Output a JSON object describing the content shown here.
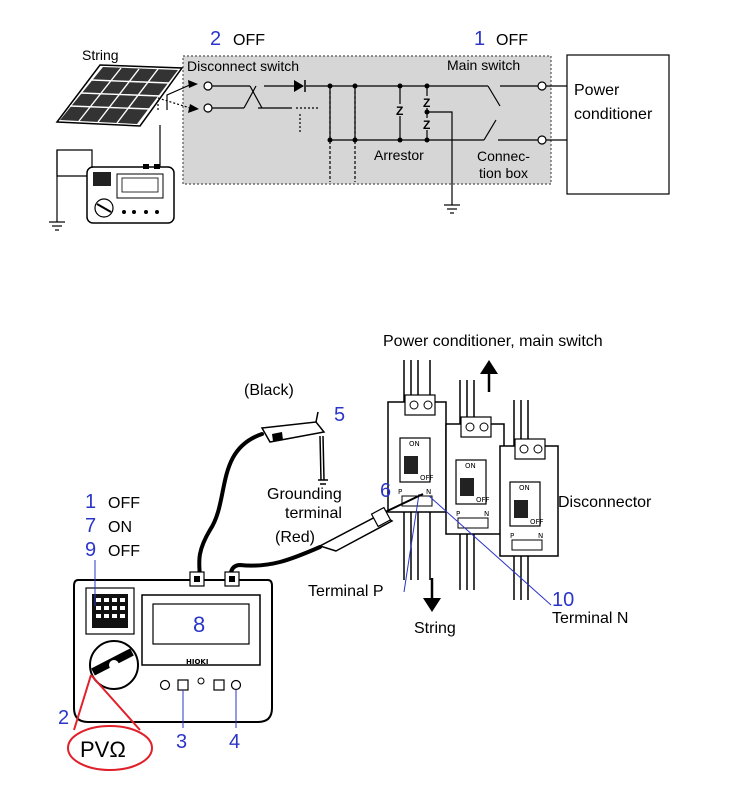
{
  "top_diagram": {
    "step_2_num": "2",
    "step_2_text": "OFF",
    "step_1_num": "1",
    "step_1_text": "OFF",
    "string_label": "String",
    "disconnect_switch_label": "Disconnect switch",
    "main_switch_label": "Main switch",
    "power_conditioner_line1": "Power",
    "power_conditioner_line2": "conditioner",
    "arrestor_label": "Arrestor",
    "connection_box_line1": "Connec-",
    "connection_box_line2": "tion box",
    "arrestor_z": "Z"
  },
  "bottom_diagram": {
    "power_conditioner_title": "Power conditioner, main switch",
    "black_label": "(Black)",
    "step_5": "5",
    "grounding_terminal_line1": "Grounding",
    "grounding_terminal_line2": "terminal",
    "red_label": "(Red)",
    "step_6": "6",
    "disconnector_label": "Disconnector",
    "terminal_p_label": "Terminal P",
    "string_label": "String",
    "step_10": "10",
    "terminal_n_label": "Terminal N",
    "steps_list": [
      {
        "num": "1",
        "text": "OFF"
      },
      {
        "num": "7",
        "text": "ON"
      },
      {
        "num": "9",
        "text": "OFF"
      }
    ],
    "display_step": "8",
    "dial_step": "2",
    "dial_mode_label": "PVΩ",
    "step_3": "3",
    "step_4": "4",
    "brand": "HIOKI",
    "breaker_on": "ON",
    "breaker_off": "OFF",
    "breaker_p": "P",
    "breaker_n": "N"
  },
  "colors": {
    "step_blue": "#2b35c8",
    "box_fill": "#d6d6d6",
    "highlight_red": "#e0202a"
  }
}
